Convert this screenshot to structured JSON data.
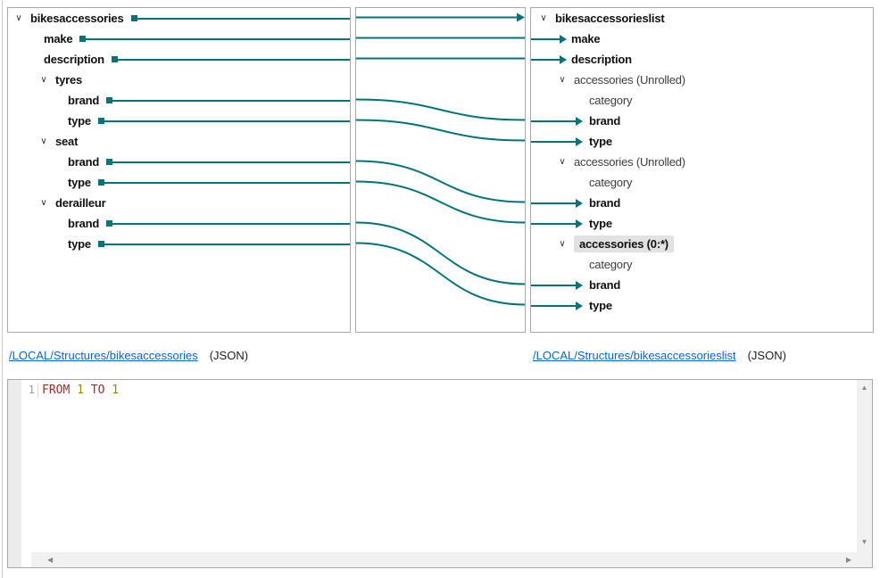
{
  "colors": {
    "connector_teal": "#00747a",
    "panel_border": "#a9a9a9",
    "row_highlight": "#e2e2e2",
    "link_blue": "#0a64c2",
    "keyword_red": "#9e2a2a",
    "number_olive": "#8c8c00"
  },
  "icons": {
    "chevron_down": "∨",
    "scroll_up": "▲",
    "scroll_down": "▼",
    "scroll_left": "◀",
    "scroll_right": "▶"
  },
  "source_tree": {
    "items": [
      {
        "label": "bikesaccessories",
        "level": 0,
        "expandable": true,
        "bold": true,
        "mapped": true
      },
      {
        "label": "make",
        "level": 1,
        "expandable": false,
        "bold": true,
        "mapped": true
      },
      {
        "label": "description",
        "level": 1,
        "expandable": false,
        "bold": true,
        "mapped": true
      },
      {
        "label": "tyres",
        "level": 1,
        "expandable": true,
        "bold": true,
        "mapped": false
      },
      {
        "label": "brand",
        "level": 2,
        "expandable": false,
        "bold": true,
        "mapped": true
      },
      {
        "label": "type",
        "level": 2,
        "expandable": false,
        "bold": true,
        "mapped": true
      },
      {
        "label": "seat",
        "level": 1,
        "expandable": true,
        "bold": true,
        "mapped": false
      },
      {
        "label": "brand",
        "level": 2,
        "expandable": false,
        "bold": true,
        "mapped": true
      },
      {
        "label": "type",
        "level": 2,
        "expandable": false,
        "bold": true,
        "mapped": true
      },
      {
        "label": "derailleur",
        "level": 1,
        "expandable": true,
        "bold": true,
        "mapped": false
      },
      {
        "label": "brand",
        "level": 2,
        "expandable": false,
        "bold": true,
        "mapped": true
      },
      {
        "label": "type",
        "level": 2,
        "expandable": false,
        "bold": true,
        "mapped": true
      }
    ]
  },
  "target_tree": {
    "items": [
      {
        "label": "bikesaccessorieslist",
        "level": 0,
        "expandable": true,
        "bold": true,
        "arrow": false,
        "highlighted": false
      },
      {
        "label": "make",
        "level": 1,
        "expandable": false,
        "bold": true,
        "arrow": true,
        "highlighted": false
      },
      {
        "label": "description",
        "level": 1,
        "expandable": false,
        "bold": true,
        "arrow": true,
        "highlighted": false
      },
      {
        "label": "accessories (Unrolled)",
        "level": 1,
        "expandable": true,
        "bold": false,
        "arrow": false,
        "highlighted": false
      },
      {
        "label": "category",
        "level": 2,
        "expandable": false,
        "bold": false,
        "arrow": false,
        "highlighted": false
      },
      {
        "label": "brand",
        "level": 2,
        "expandable": false,
        "bold": true,
        "arrow": true,
        "highlighted": false
      },
      {
        "label": "type",
        "level": 2,
        "expandable": false,
        "bold": true,
        "arrow": true,
        "highlighted": false
      },
      {
        "label": "accessories (Unrolled)",
        "level": 1,
        "expandable": true,
        "bold": false,
        "arrow": false,
        "highlighted": false
      },
      {
        "label": "category",
        "level": 2,
        "expandable": false,
        "bold": false,
        "arrow": false,
        "highlighted": false
      },
      {
        "label": "brand",
        "level": 2,
        "expandable": false,
        "bold": true,
        "arrow": true,
        "highlighted": false
      },
      {
        "label": "type",
        "level": 2,
        "expandable": false,
        "bold": true,
        "arrow": true,
        "highlighted": false
      },
      {
        "label": "accessories (0:*)",
        "level": 1,
        "expandable": true,
        "bold": true,
        "arrow": false,
        "highlighted": true
      },
      {
        "label": "category",
        "level": 2,
        "expandable": false,
        "bold": false,
        "arrow": false,
        "highlighted": false
      },
      {
        "label": "brand",
        "level": 2,
        "expandable": false,
        "bold": true,
        "arrow": true,
        "highlighted": false
      },
      {
        "label": "type",
        "level": 2,
        "expandable": false,
        "bold": true,
        "arrow": true,
        "highlighted": false
      }
    ]
  },
  "connections": [
    {
      "source_index": 0,
      "target_index": 0,
      "style": "edge-arrow"
    },
    {
      "source_index": 1,
      "target_index": 1,
      "style": "straight"
    },
    {
      "source_index": 2,
      "target_index": 2,
      "style": "straight"
    },
    {
      "source_index": 4,
      "target_index": 5,
      "style": "curve"
    },
    {
      "source_index": 5,
      "target_index": 6,
      "style": "curve"
    },
    {
      "source_index": 7,
      "target_index": 9,
      "style": "curve"
    },
    {
      "source_index": 8,
      "target_index": 10,
      "style": "curve"
    },
    {
      "source_index": 10,
      "target_index": 13,
      "style": "curve"
    },
    {
      "source_index": 11,
      "target_index": 14,
      "style": "curve"
    }
  ],
  "links": {
    "source": {
      "path": "/LOCAL/Structures/bikesaccessories",
      "format": "(JSON)"
    },
    "target": {
      "path": "/LOCAL/Structures/bikesaccessorieslist",
      "format": "(JSON)"
    }
  },
  "code_editor": {
    "lines": [
      {
        "number": "1",
        "tokens": [
          {
            "text": "FROM",
            "type": "keyword"
          },
          {
            "text": " ",
            "type": "plain"
          },
          {
            "text": "1",
            "type": "number"
          },
          {
            "text": " ",
            "type": "plain"
          },
          {
            "text": "TO",
            "type": "keyword"
          },
          {
            "text": " ",
            "type": "plain"
          },
          {
            "text": "1",
            "type": "number"
          }
        ]
      }
    ]
  }
}
